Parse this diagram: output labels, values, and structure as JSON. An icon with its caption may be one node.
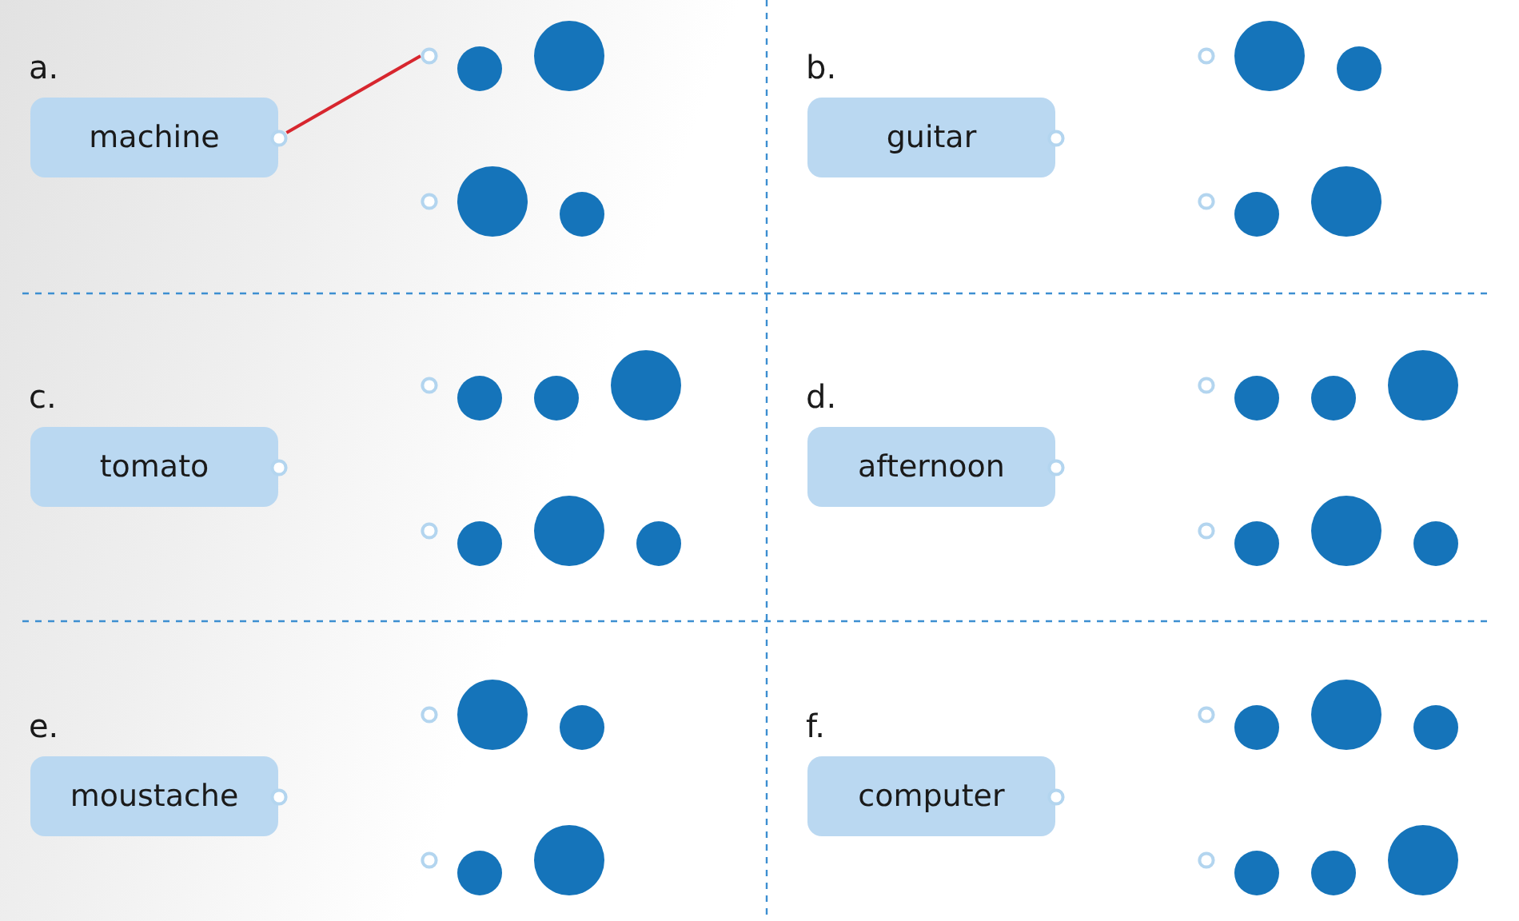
{
  "diagram": {
    "nodes": [
      {
        "text": [
          "machine"
        ],
        "beside": [
          "a."
        ]
      },
      {
        "text": [],
        "shape": "picture"
      },
      {
        "text": [],
        "shape": "picture"
      },
      {
        "text": [
          "guitar"
        ],
        "beside": [
          "b."
        ]
      },
      {
        "text": [],
        "shape": "picture"
      },
      {
        "text": [],
        "shape": "picture"
      },
      {
        "text": [
          "tomato"
        ],
        "beside": [
          "c."
        ]
      },
      {
        "text": [],
        "shape": "picture"
      },
      {
        "text": [],
        "shape": "picture"
      },
      {
        "text": [
          "afternoon"
        ],
        "beside": [
          "d."
        ]
      },
      {
        "text": [],
        "shape": "picture"
      },
      {
        "text": [],
        "shape": "picture"
      },
      {
        "text": [
          "moustache"
        ],
        "beside": [
          "e."
        ]
      },
      {
        "text": [],
        "shape": "picture"
      },
      {
        "text": [],
        "shape": "picture"
      },
      {
        "text": [
          "computer"
        ],
        "beside": [
          "f."
        ]
      },
      {
        "text": [],
        "shape": "picture"
      },
      {
        "text": [],
        "shape": "picture"
      }
    ],
    "edges": [
      {
        "from": 0,
        "to": 1,
        "arrow": "none",
        "color": "#d7262e"
      }
    ]
  }
}
